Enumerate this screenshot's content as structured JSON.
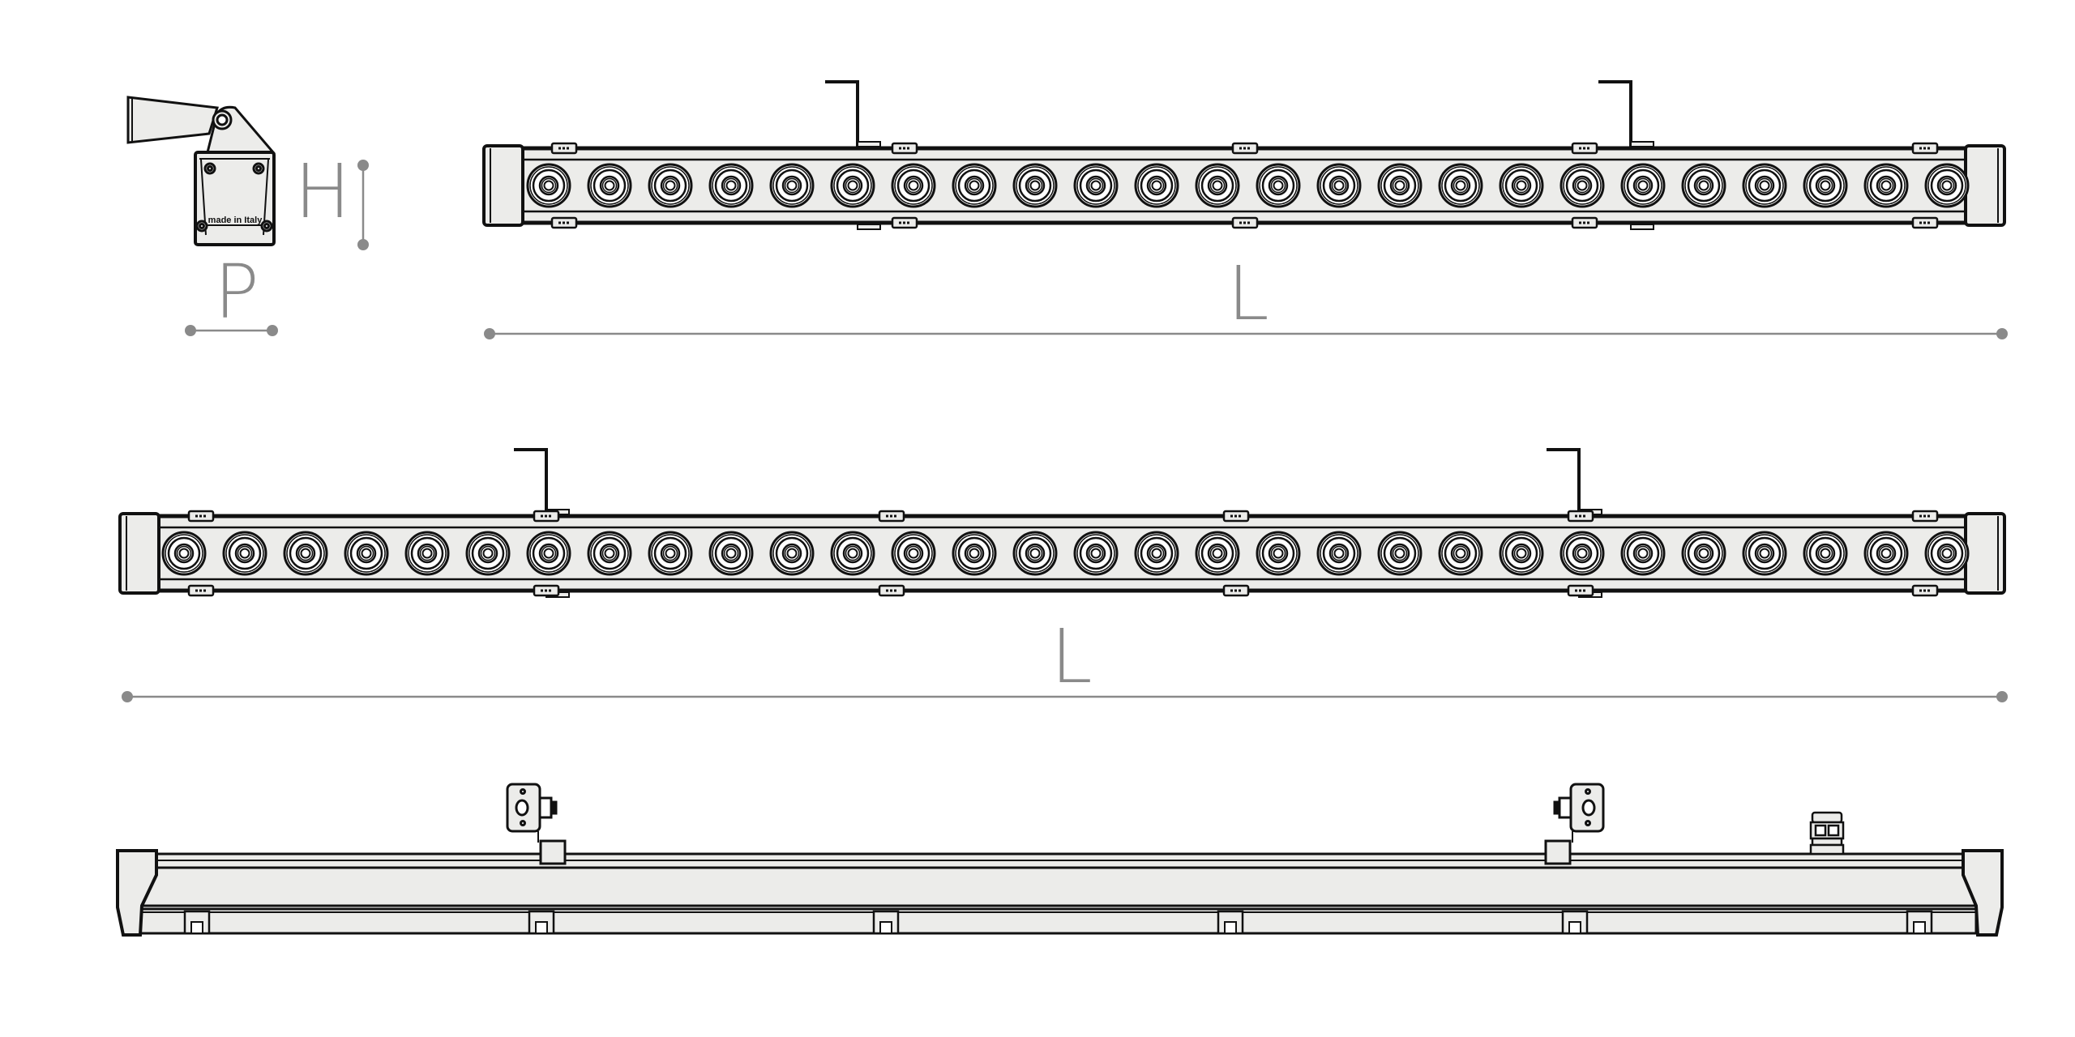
{
  "labels": {
    "depth": "P",
    "height": "H",
    "length_top": "L",
    "length_middle": "L",
    "made_in": "made in Italy"
  },
  "fixtures": {
    "short_bar_led_count": 24,
    "long_bar_led_count": 30
  },
  "colors": {
    "body_fill": "#ececea",
    "line": "#111111",
    "dimension": "#8a8a8a"
  }
}
